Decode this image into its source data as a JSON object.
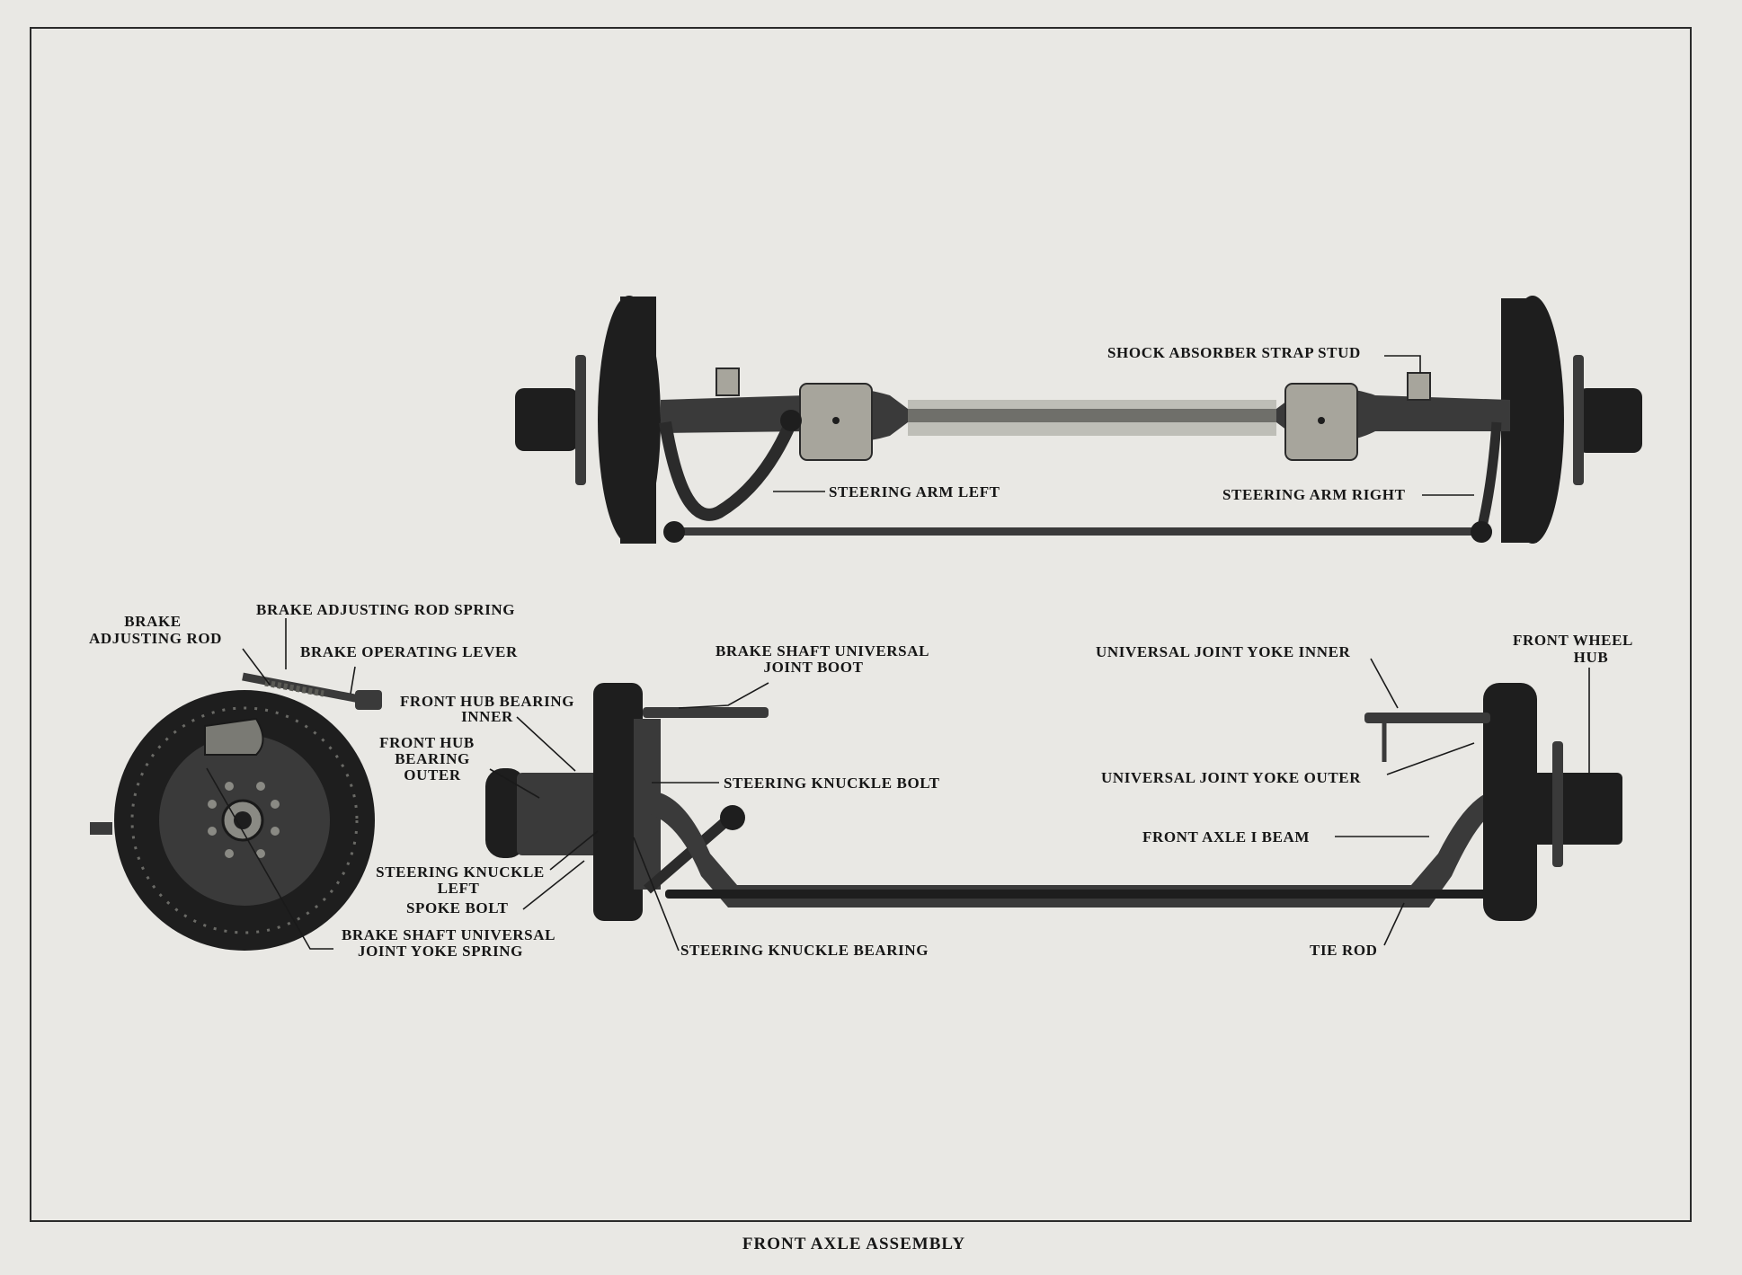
{
  "caption": "FRONT AXLE ASSEMBLY",
  "labels": {
    "shock_absorber_strap_stud": "SHOCK ABSORBER STRAP STUD",
    "steering_arm_left": "STEERING ARM LEFT",
    "steering_arm_right": "STEERING ARM RIGHT",
    "brake_adjusting_rod_spring": "BRAKE ADJUSTING ROD SPRING",
    "brake_adjusting_rod_1": "BRAKE",
    "brake_adjusting_rod_2": "ADJUSTING ROD",
    "brake_operating_lever": "BRAKE OPERATING LEVER",
    "front_hub_bearing_inner_1": "FRONT HUB BEARING",
    "front_hub_bearing_inner_2": "INNER",
    "front_hub_bearing_outer_1": "FRONT HUB",
    "front_hub_bearing_outer_2": "BEARING",
    "front_hub_bearing_outer_3": "OUTER",
    "steering_knuckle_left_1": "STEERING KNUCKLE",
    "steering_knuckle_left_2": "LEFT",
    "spoke_bolt": "SPOKE BOLT",
    "brake_shaft_ujy_spring_1": "BRAKE SHAFT UNIVERSAL",
    "brake_shaft_ujy_spring_2": "JOINT YOKE  SPRING",
    "brake_shaft_uj_boot_1": "BRAKE SHAFT UNIVERSAL",
    "brake_shaft_uj_boot_2": "JOINT  BOOT",
    "steering_knuckle_bolt": "STEERING KNUCKLE BOLT",
    "steering_knuckle_bearing": "STEERING KNUCKLE BEARING",
    "universal_joint_yoke_inner": "UNIVERSAL JOINT YOKE INNER",
    "universal_joint_yoke_outer": "UNIVERSAL JOINT YOKE OUTER",
    "front_wheel_hub_1": "FRONT WHEEL",
    "front_wheel_hub_2": "HUB",
    "front_axle_i_beam": "FRONT AXLE I BEAM",
    "tie_rod": "TIE ROD"
  }
}
